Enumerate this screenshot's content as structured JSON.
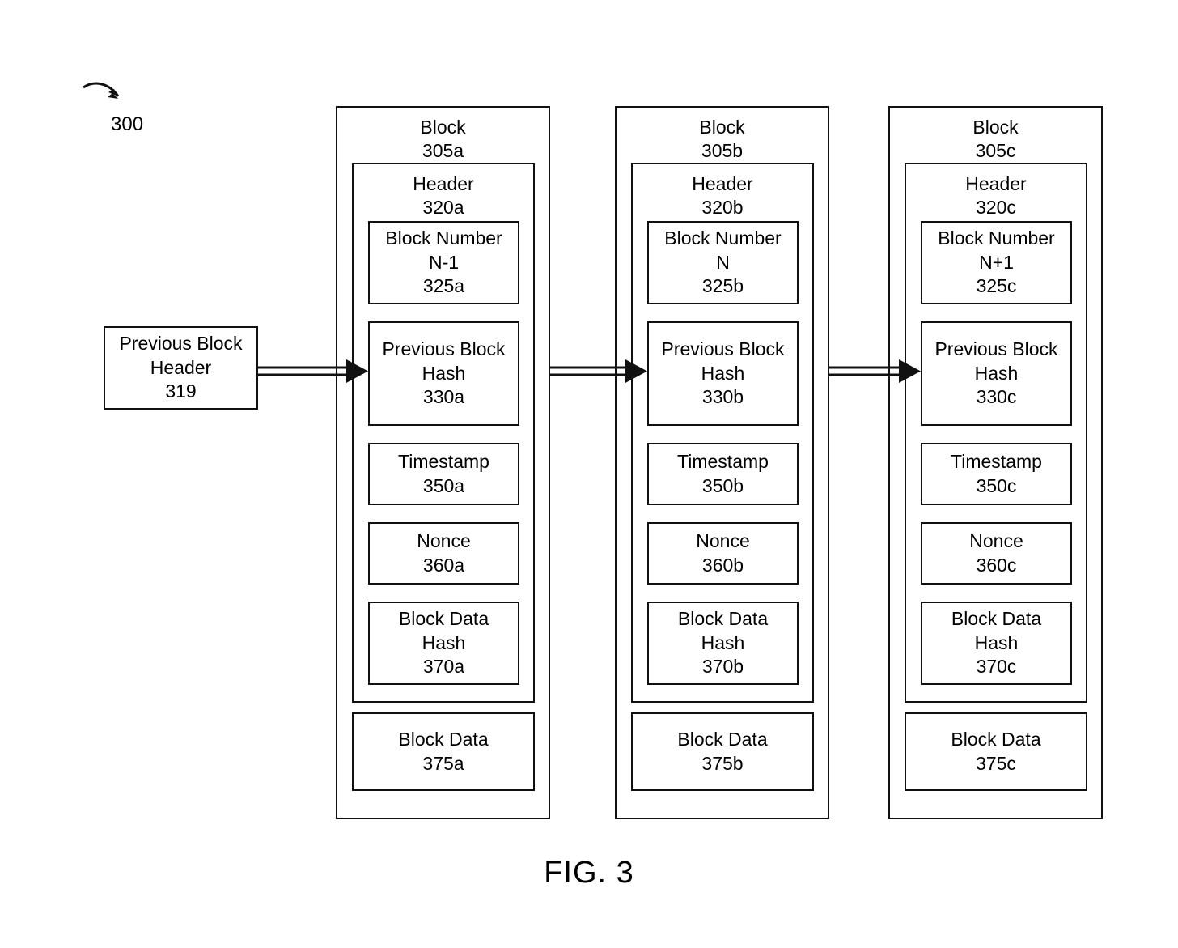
{
  "figure": {
    "caption": "FIG. 3",
    "diagram_ref": "300"
  },
  "previous_block_header": {
    "line1": "Previous Block",
    "line2": "Header",
    "ref": "319"
  },
  "blocks": [
    {
      "title": "Block",
      "ref": "305a",
      "header": {
        "title": "Header",
        "ref": "320a"
      },
      "fields": [
        {
          "name": "block-number",
          "line1": "Block Number",
          "line2": "N-1",
          "ref": "325a"
        },
        {
          "name": "previous-block-hash",
          "line1": "Previous Block",
          "line2": "Hash",
          "ref": "330a"
        },
        {
          "name": "timestamp",
          "line1": "Timestamp",
          "line2": "",
          "ref": "350a"
        },
        {
          "name": "nonce",
          "line1": "Nonce",
          "line2": "",
          "ref": "360a"
        },
        {
          "name": "block-data-hash",
          "line1": "Block Data",
          "line2": "Hash",
          "ref": "370a"
        }
      ],
      "block_data": {
        "line1": "Block Data",
        "ref": "375a"
      }
    },
    {
      "title": "Block",
      "ref": "305b",
      "header": {
        "title": "Header",
        "ref": "320b"
      },
      "fields": [
        {
          "name": "block-number",
          "line1": "Block Number",
          "line2": "N",
          "ref": "325b"
        },
        {
          "name": "previous-block-hash",
          "line1": "Previous Block",
          "line2": "Hash",
          "ref": "330b"
        },
        {
          "name": "timestamp",
          "line1": "Timestamp",
          "line2": "",
          "ref": "350b"
        },
        {
          "name": "nonce",
          "line1": "Nonce",
          "line2": "",
          "ref": "360b"
        },
        {
          "name": "block-data-hash",
          "line1": "Block Data",
          "line2": "Hash",
          "ref": "370b"
        }
      ],
      "block_data": {
        "line1": "Block Data",
        "ref": "375b"
      }
    },
    {
      "title": "Block",
      "ref": "305c",
      "header": {
        "title": "Header",
        "ref": "320c"
      },
      "fields": [
        {
          "name": "block-number",
          "line1": "Block Number",
          "line2": "N+1",
          "ref": "325c"
        },
        {
          "name": "previous-block-hash",
          "line1": "Previous Block",
          "line2": "Hash",
          "ref": "330c"
        },
        {
          "name": "timestamp",
          "line1": "Timestamp",
          "line2": "",
          "ref": "350c"
        },
        {
          "name": "nonce",
          "line1": "Nonce",
          "line2": "",
          "ref": "360c"
        },
        {
          "name": "block-data-hash",
          "line1": "Block Data",
          "line2": "Hash",
          "ref": "370c"
        }
      ],
      "block_data": {
        "line1": "Block Data",
        "ref": "375c"
      }
    }
  ],
  "connectors": [
    {
      "name": "arrow-prev-header-to-block-a",
      "from": "previous-block-header-319",
      "to": "previous-block-hash-330a"
    },
    {
      "name": "arrow-block-a-to-block-b",
      "from": "block-305a",
      "to": "previous-block-hash-330b"
    },
    {
      "name": "arrow-block-b-to-block-c",
      "from": "block-305b",
      "to": "previous-block-hash-330c"
    }
  ],
  "colors": {
    "stroke": "#111111",
    "background": "#ffffff"
  }
}
